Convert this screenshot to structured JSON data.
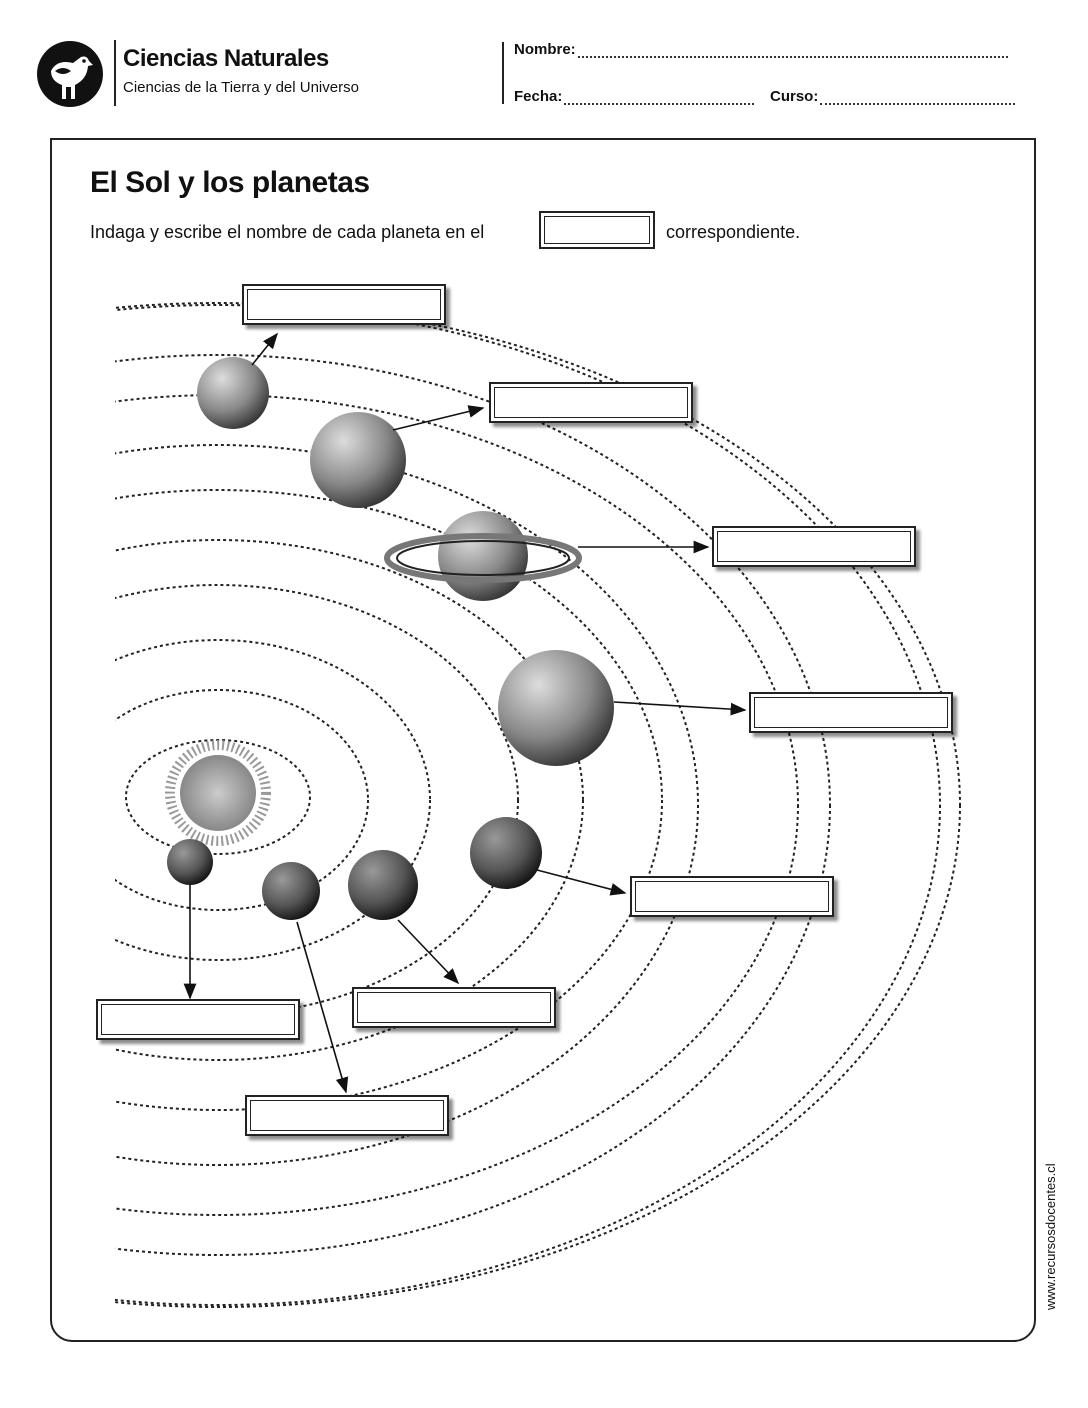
{
  "header": {
    "subject": "Ciencias Naturales",
    "subtitle": "Ciencias de la Tierra y del Universo",
    "name_label": "Nombre:",
    "date_label": "Fecha:",
    "course_label": "Curso:"
  },
  "worksheet": {
    "title": "El Sol y los planetas",
    "instruction_before": "Indaga y escribe el nombre de cada planeta en el",
    "instruction_after": "correspondiente.",
    "answer_boxes": [
      "",
      "",
      "",
      "",
      "",
      "",
      "",
      ""
    ]
  },
  "watermark": "www.recursosdocentes.cl"
}
